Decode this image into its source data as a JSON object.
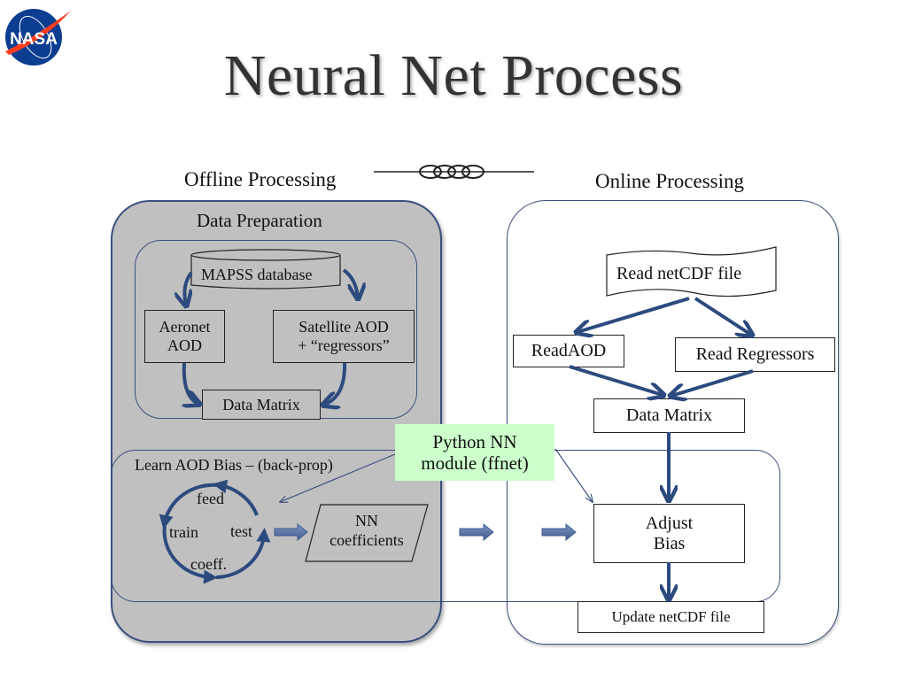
{
  "title": "Neural Net Process",
  "logo": {
    "label": "NASA",
    "colors": {
      "blue": "#0b3d91",
      "red": "#fc3d21"
    }
  },
  "offline": {
    "heading": "Offline Processing",
    "data_preparation": {
      "heading": "Data Preparation",
      "database": "MAPSS database",
      "aeronet": [
        "Aeronet",
        "AOD"
      ],
      "satellite": [
        "Satellite AOD",
        "+ “regressors”"
      ],
      "data_matrix": "Data Matrix"
    },
    "learn": {
      "heading": "Learn AOD Bias – (back-prop)",
      "cycle": {
        "feed": "feed",
        "train": "train",
        "test": "test",
        "coeff": "coeff."
      },
      "nn_coefficients": [
        "NN",
        "coefficients"
      ]
    }
  },
  "online": {
    "heading": "Online Processing",
    "read_netcdf": "Read netCDF file",
    "read_aod": "ReadAOD",
    "read_regressors": "Read Regressors",
    "data_matrix": "Data Matrix",
    "adjust_bias": [
      "Adjust",
      "Bias"
    ],
    "update_netcdf": "Update netCDF file"
  },
  "python_module": [
    "Python NN",
    "module (ffnet)"
  ],
  "colors": {
    "arrow": "#2c4a7e",
    "container_border": "#3c507e",
    "offline_fill": "#c0c0c0",
    "python_fill": "#ccffcc"
  }
}
